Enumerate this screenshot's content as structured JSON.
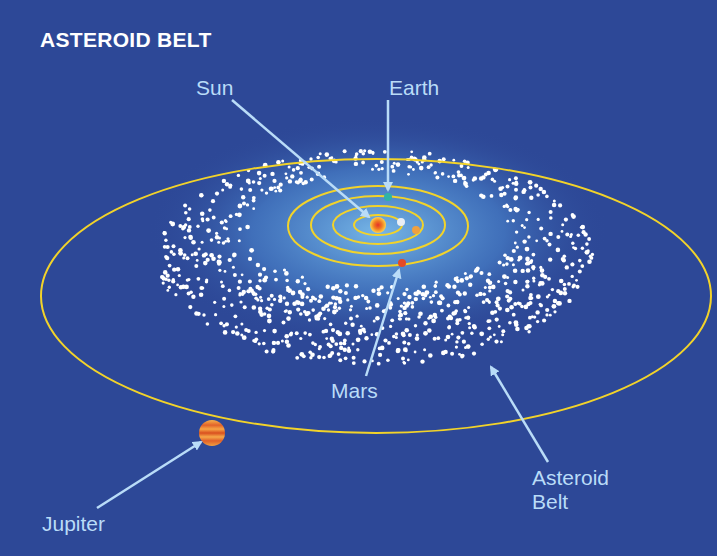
{
  "diagram": {
    "title": "ASTEROID BELT",
    "labels": [
      "Sun",
      "Earth",
      "Mars",
      "Asteroid Belt",
      "Jupiter"
    ]
  }
}
